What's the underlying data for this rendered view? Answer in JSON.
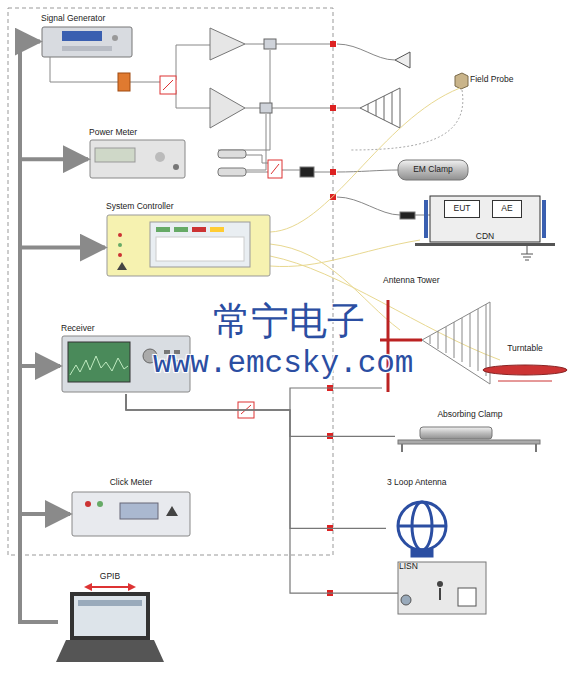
{
  "diagram": {
    "nodes": [
      {
        "text": [
          "Signal Generator"
        ]
      },
      {
        "text": [
          "Power Meter"
        ]
      },
      {
        "text": [
          "System Controller"
        ]
      },
      {
        "text": [
          "Receiver"
        ]
      },
      {
        "text": [
          "Click Meter"
        ]
      },
      {
        "text": [
          "GPIB"
        ]
      },
      {
        "text": [
          "Field Probe"
        ]
      },
      {
        "text": [
          "EM Clamp"
        ]
      },
      {
        "text": [
          "CDN"
        ]
      },
      {
        "text": [
          "EUT"
        ],
        "in": 8
      },
      {
        "text": [
          "AE"
        ],
        "in": 8
      },
      {
        "text": [
          "Antenna Tower"
        ]
      },
      {
        "text": [
          "Turntable"
        ]
      },
      {
        "text": [
          "Absorbing Clamp"
        ]
      },
      {
        "text": [
          "3 Loop Antenna"
        ]
      },
      {
        "text": [
          "LISN"
        ]
      }
    ],
    "edges": [
      {
        "from": 5,
        "to": 0,
        "arrow": "to"
      },
      {
        "from": 5,
        "to": 1,
        "arrow": "to"
      },
      {
        "from": 5,
        "to": 2,
        "arrow": "to"
      },
      {
        "from": 5,
        "to": 3,
        "arrow": "to"
      },
      {
        "from": 5,
        "to": 4,
        "arrow": "to"
      },
      {
        "from": 3,
        "to": 11,
        "arrow": "none"
      },
      {
        "from": 3,
        "to": 13,
        "arrow": "none"
      },
      {
        "from": 3,
        "to": 14,
        "arrow": "none"
      },
      {
        "from": 3,
        "to": 15,
        "arrow": "none"
      }
    ],
    "labels": [
      "常宁电子",
      "www.emcsky.com"
    ]
  }
}
